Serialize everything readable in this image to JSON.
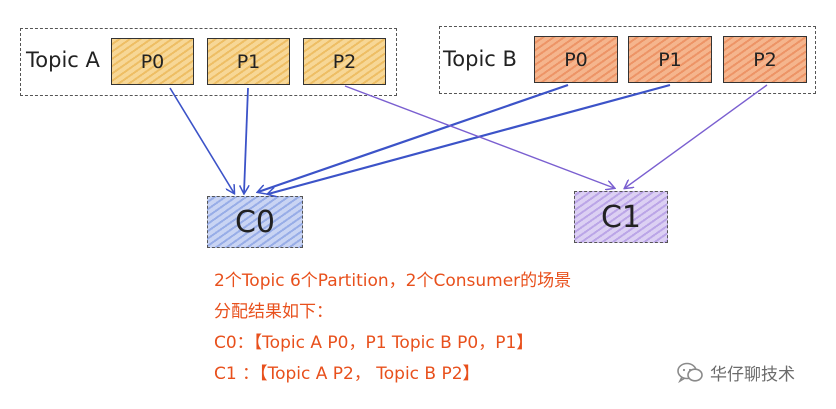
{
  "topics": [
    {
      "label": "Topic A",
      "partitions": [
        "P0",
        "P1",
        "P2"
      ]
    },
    {
      "label": "Topic B",
      "partitions": [
        "P0",
        "P1",
        "P2"
      ]
    }
  ],
  "consumers": [
    "C0",
    "C1"
  ],
  "colors": {
    "topic_a_partition": "#f7d796",
    "topic_b_partition": "#f5b58d",
    "c0": "#c9d4f3",
    "c1": "#dcd0f3",
    "arrow_to_c0": "#3c53c8",
    "arrow_to_c1": "#7a5fd0",
    "note_text": "#e8501c"
  },
  "assignments": [
    {
      "from_topic": "Topic A",
      "from_partition": "P0",
      "to": "C0"
    },
    {
      "from_topic": "Topic A",
      "from_partition": "P1",
      "to": "C0"
    },
    {
      "from_topic": "Topic A",
      "from_partition": "P2",
      "to": "C1"
    },
    {
      "from_topic": "Topic B",
      "from_partition": "P0",
      "to": "C0"
    },
    {
      "from_topic": "Topic B",
      "from_partition": "P1",
      "to": "C0"
    },
    {
      "from_topic": "Topic B",
      "from_partition": "P2",
      "to": "C1"
    }
  ],
  "note": {
    "line1": "2个Topic 6个Partition，2个Consumer的场景",
    "line2": "分配结果如下：",
    "line3": "C0：【Topic A P0，P1  Topic B P0，P1】",
    "line4": "C1 ：【Topic A P2， Topic B P2】"
  },
  "watermark": {
    "text": "华仔聊技术",
    "icon": "wechat-icon"
  }
}
